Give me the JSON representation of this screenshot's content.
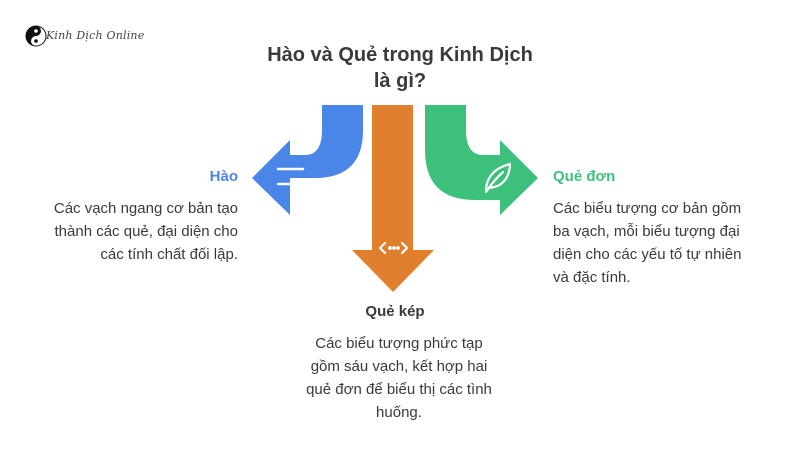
{
  "logo": {
    "text": "Kinh Dịch Online"
  },
  "title": {
    "line1": "Hào và Quẻ trong Kinh Dịch",
    "line2": "là gì?"
  },
  "branches": {
    "hao": {
      "title": "Hào",
      "desc": [
        "Các vạch ngang cơ bản tạo",
        "thành các quẻ, đại diện cho",
        "các tính chất đối lập."
      ],
      "color": "#4a86e8",
      "icon": "horizontal-lines-icon"
    },
    "que_kep": {
      "title": "Quẻ kép",
      "desc": [
        "Các biểu tượng phức tạp",
        "gồm sáu vạch, kết hợp hai",
        "quẻ đơn để biểu thị các tình",
        "huống."
      ],
      "color": "#e07f2e",
      "icon": "code-icon"
    },
    "que_don": {
      "title": "Quẻ đơn",
      "desc": [
        "Các biểu tượng cơ bản gồm",
        "ba vạch, mỗi biểu tượng đại",
        "diện cho các yếu tố tự nhiên",
        "và đặc tính."
      ],
      "color": "#3dc07c",
      "icon": "leaf-icon"
    }
  }
}
